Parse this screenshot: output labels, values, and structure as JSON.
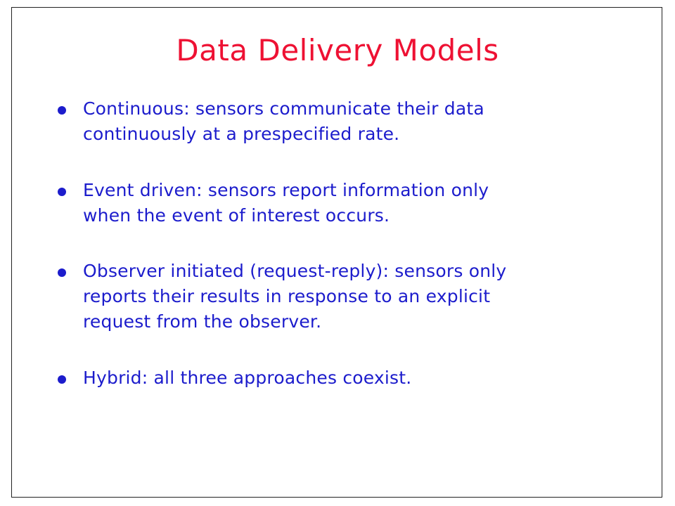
{
  "slide": {
    "title": "Data Delivery Models",
    "bullets": [
      {
        "line1": "Continuous: sensors communicate their data",
        "line2": "continuously at a prespecified rate.",
        "line3": ""
      },
      {
        "line1": "Event driven: sensors report information only",
        "line2": "when the event of interest occurs.",
        "line3": ""
      },
      {
        "line1": "Observer initiated (request-reply): sensors only",
        "line2": "reports their results in response to an explicit",
        "line3": "request from the observer."
      },
      {
        "line1": "Hybrid: all three approaches coexist.",
        "line2": "",
        "line3": ""
      }
    ]
  },
  "colors": {
    "title": "#ee1133",
    "text": "#1c1ccc",
    "bullet": "#1c1ccc",
    "border": "#222222",
    "background": "#ffffff"
  },
  "icons": {
    "bullet": "filled-circle"
  }
}
